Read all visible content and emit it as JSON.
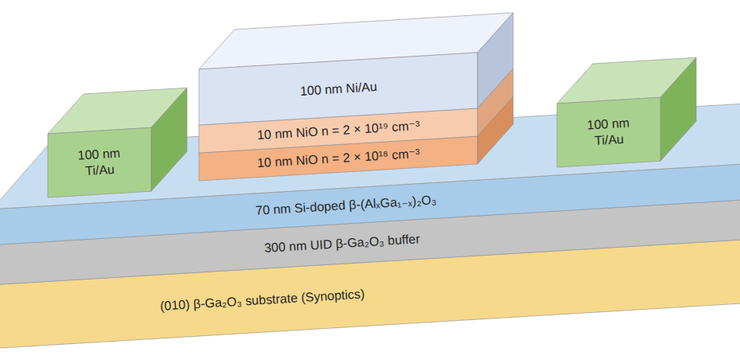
{
  "diagram": {
    "nodes": [
      {
        "text": [
          "100 nm Ni/Au"
        ]
      },
      {
        "text": [
          "100 nm Ti/Au"
        ]
      },
      {
        "text": [
          "10 nm NiO n = 2 × 10¹⁹ cm⁻³"
        ]
      },
      {
        "text": [
          "10 nm NiO n = 2 × 10¹⁸ cm⁻³"
        ]
      },
      {
        "text": [
          "100 nm Ti/Au"
        ]
      },
      {
        "text": [
          "70 nm Si-doped β-(AlₓGa₁₋ₓ)₂O₃"
        ]
      },
      {
        "text": [
          "300 nm UID β-Ga₂O₃ buffer"
        ]
      },
      {
        "text": [
          "(010) β-Ga₂O₃ substrate (Synoptics)"
        ]
      }
    ]
  }
}
